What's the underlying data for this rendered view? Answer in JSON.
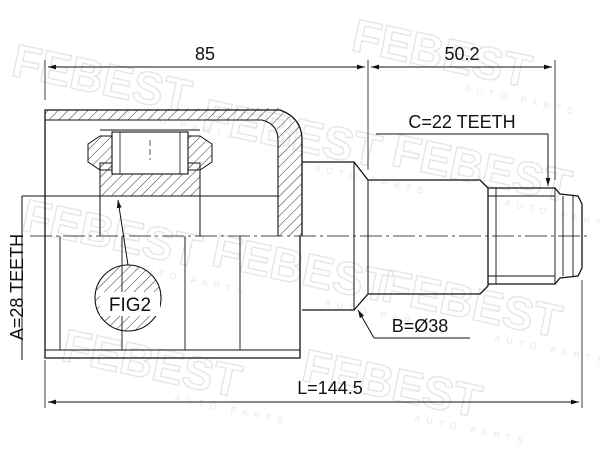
{
  "watermark": {
    "brand": "FEBEST",
    "tagline": "AUTO PARTS"
  },
  "dimensions": {
    "housing_length": "85",
    "spline_length": "50.2",
    "outer_spline": "C=22 TEETH",
    "inner_spline": "A=28 TEETH",
    "shaft_diameter": "B=Ø38",
    "total_length": "L=144.5"
  },
  "callouts": {
    "detail_figure": "FIG2"
  },
  "colors": {
    "line": "#111111",
    "watermark": "#e6e6e6"
  }
}
